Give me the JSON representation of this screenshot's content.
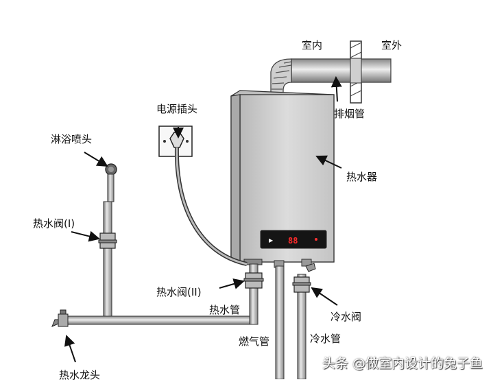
{
  "diagram": {
    "labels": {
      "indoor": "室内",
      "outdoor": "室外",
      "exhaust_pipe": "排烟管",
      "power_plug": "电源插头",
      "water_heater": "热水器",
      "shower_head": "淋浴喷头",
      "hot_valve_1": "热水阀(I)",
      "hot_valve_2": "热水阀(II)",
      "hot_pipe": "热水管",
      "cold_valve": "冷水阀",
      "gas_pipe": "燃气管",
      "cold_pipe": "冷水管",
      "hot_faucet": "热水龙头"
    },
    "display_readout": "88",
    "watermark": "头条 @做室内设计的兔子鱼"
  }
}
